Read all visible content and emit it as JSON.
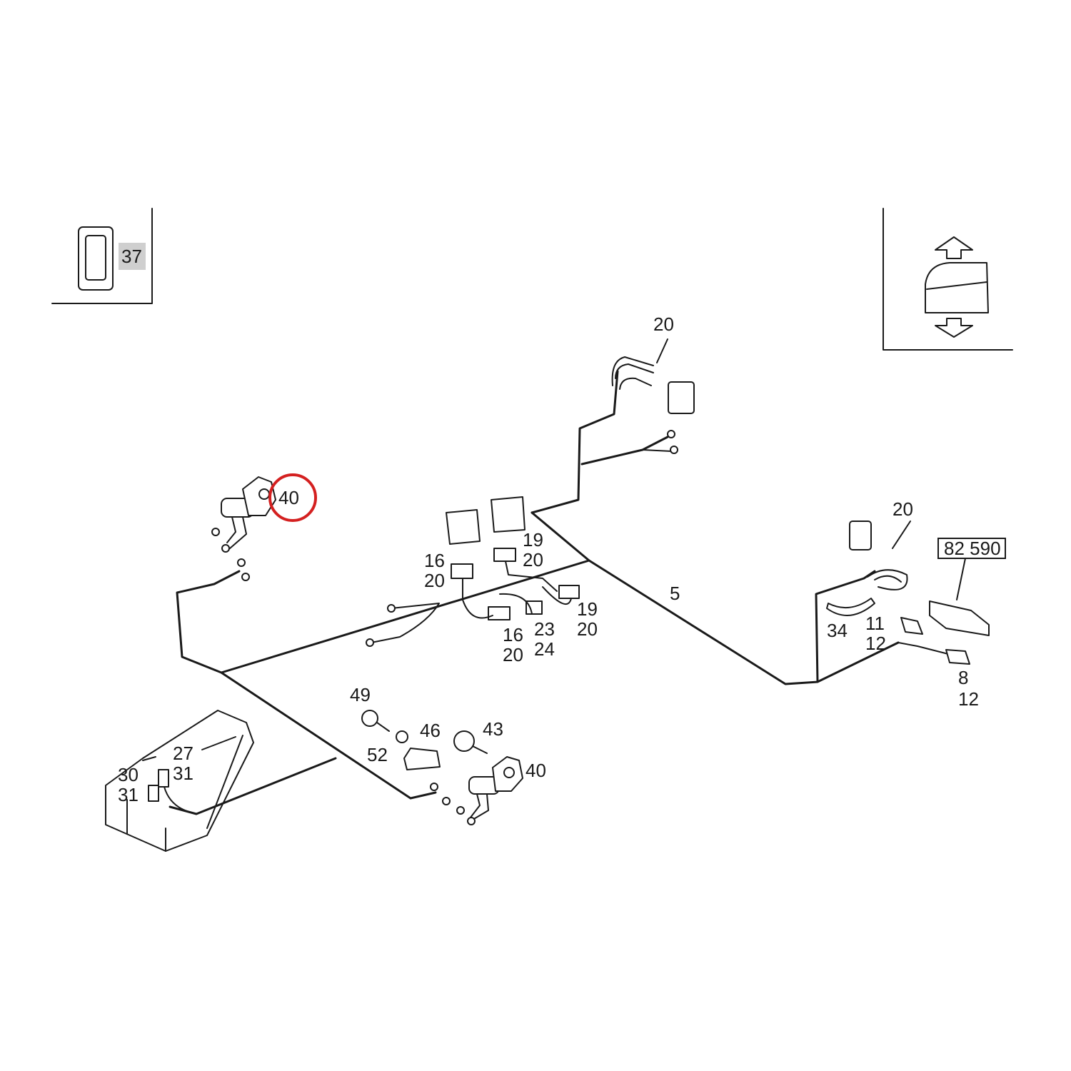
{
  "diagram": {
    "inset_left": {
      "part_number": "37"
    },
    "inset_right": {
      "icon": "window-lift-updown-icon"
    },
    "reference_box": "82 590",
    "highlight_color": "#d42020",
    "highlighted_callout": "40",
    "callouts": {
      "c20_top": "20",
      "c40_left": "40",
      "c16_a": "16",
      "c20_a": "20",
      "c19_b": "19",
      "c20_b": "20",
      "c19_c": "19",
      "c20_c": "20",
      "c16_d": "16",
      "c20_d": "20",
      "c23": "23",
      "c24": "24",
      "c5": "5",
      "c20_right": "20",
      "c34": "34",
      "c11": "11",
      "c12_a": "12",
      "c8": "8",
      "c12_b": "12",
      "c49": "49",
      "c46": "46",
      "c43": "43",
      "c52": "52",
      "c40_bottom": "40",
      "c27": "27",
      "c30": "30",
      "c31_a": "31",
      "c31_b": "31"
    }
  }
}
